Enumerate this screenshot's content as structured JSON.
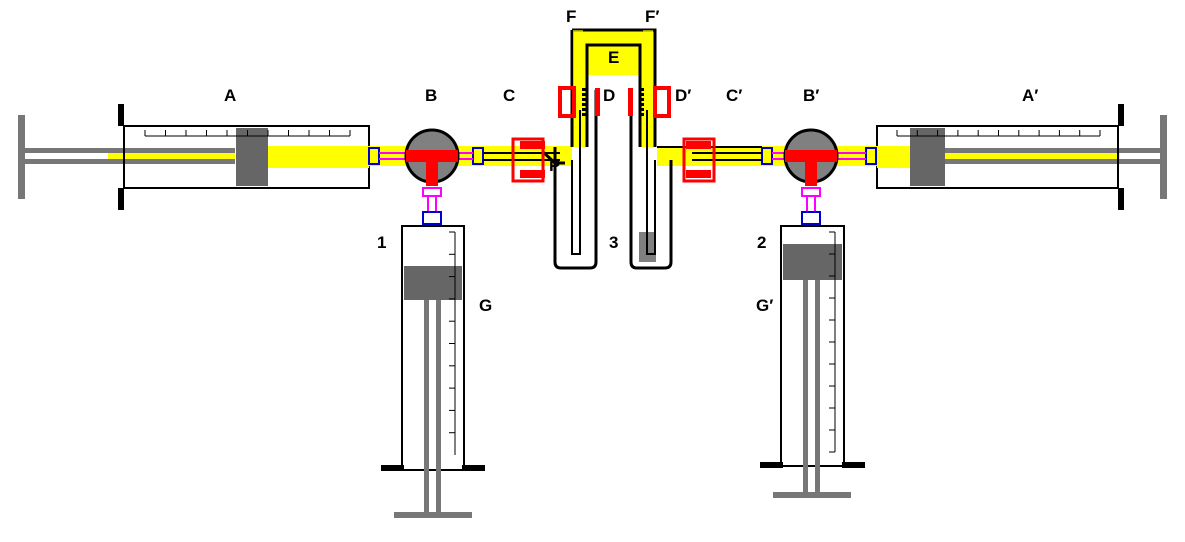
{
  "labels": {
    "A": "A",
    "A_prime": "A′",
    "B": "B",
    "B_prime": "B′",
    "C": "C",
    "C_prime": "C′",
    "D": "D",
    "D_prime": "D′",
    "E": "E",
    "F": "F",
    "F_prime": "F′",
    "G": "G",
    "G_prime": "G′",
    "num_1": "1",
    "num_2": "2",
    "num_3": "3"
  },
  "colors": {
    "fluid": "#ffff00",
    "outline": "#000000",
    "plunger": "#666666",
    "valve": "#808080",
    "valve_channel": "#ff0000",
    "clamp": "#ff0000",
    "connector": "#0000cc",
    "tubing": "#ff00ff",
    "rod": "#777777"
  }
}
